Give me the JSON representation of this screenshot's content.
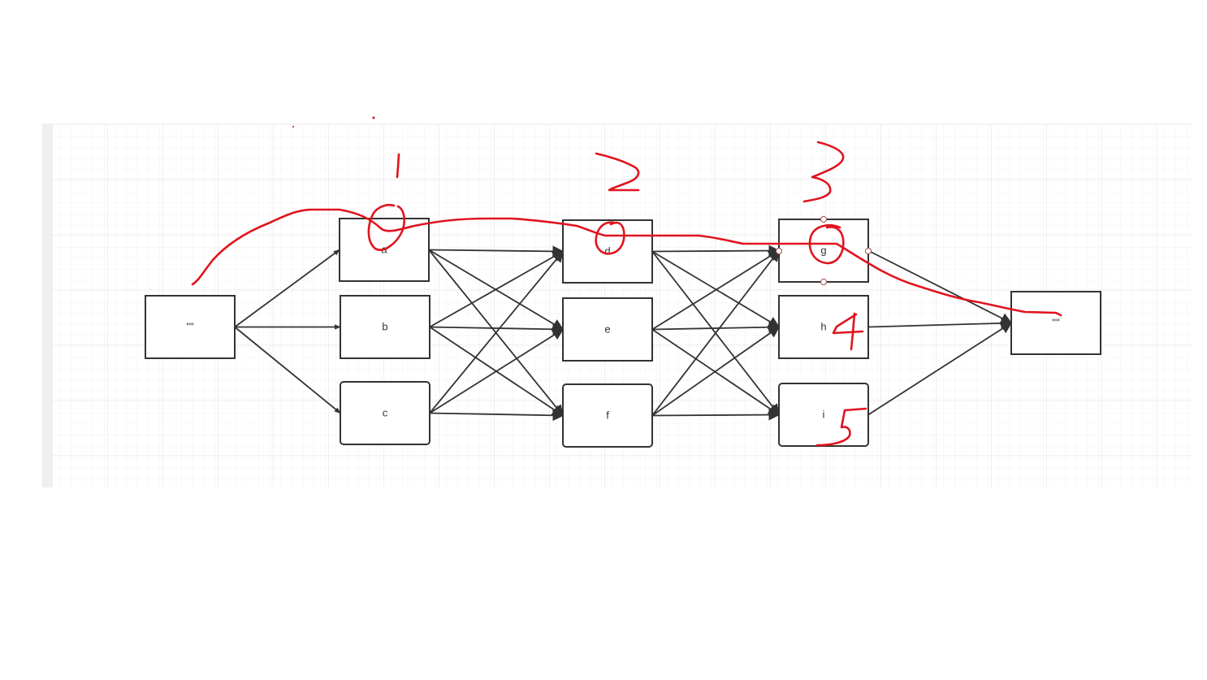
{
  "diagram": {
    "nodes": [
      {
        "id": "start",
        "label": "\"\""
      },
      {
        "id": "a",
        "label": "a"
      },
      {
        "id": "b",
        "label": "b"
      },
      {
        "id": "c",
        "label": "c"
      },
      {
        "id": "d",
        "label": "d"
      },
      {
        "id": "e",
        "label": "e"
      },
      {
        "id": "f",
        "label": "f"
      },
      {
        "id": "g",
        "label": "g"
      },
      {
        "id": "h",
        "label": "h"
      },
      {
        "id": "i",
        "label": "i"
      },
      {
        "id": "end",
        "label": "\"\""
      }
    ],
    "edges": [
      [
        "start",
        "a"
      ],
      [
        "start",
        "b"
      ],
      [
        "start",
        "c"
      ],
      [
        "a",
        "d"
      ],
      [
        "a",
        "e"
      ],
      [
        "a",
        "f"
      ],
      [
        "b",
        "d"
      ],
      [
        "b",
        "e"
      ],
      [
        "b",
        "f"
      ],
      [
        "c",
        "d"
      ],
      [
        "c",
        "e"
      ],
      [
        "c",
        "f"
      ],
      [
        "d",
        "g"
      ],
      [
        "d",
        "h"
      ],
      [
        "d",
        "i"
      ],
      [
        "e",
        "g"
      ],
      [
        "e",
        "h"
      ],
      [
        "e",
        "i"
      ],
      [
        "f",
        "g"
      ],
      [
        "f",
        "h"
      ],
      [
        "f",
        "i"
      ],
      [
        "g",
        "end"
      ],
      [
        "h",
        "end"
      ],
      [
        "i",
        "end"
      ]
    ],
    "selected_node": "g",
    "colors": {
      "grid": "#ececec",
      "node_stroke": "#333333",
      "annotation": "#e0141e"
    }
  },
  "annotations": {
    "numbers": [
      "1",
      "2",
      "3",
      "4",
      "5"
    ],
    "circled_nodes": [
      "a",
      "d",
      "g"
    ]
  }
}
